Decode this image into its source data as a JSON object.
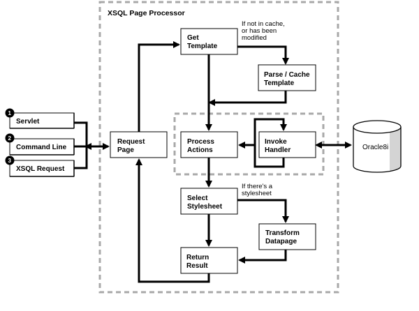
{
  "title": "XSQL Page Processor",
  "clients": [
    {
      "number": "1",
      "label": "Servlet"
    },
    {
      "number": "2",
      "label": "Command Line"
    },
    {
      "number": "3",
      "label": "XSQL Request"
    }
  ],
  "nodes": {
    "request_page": [
      "Request",
      "Page"
    ],
    "get_template": [
      "Get",
      "Template"
    ],
    "parse_cache": [
      "Parse / Cache",
      "Template"
    ],
    "process_actions": [
      "Process",
      "Actions"
    ],
    "invoke_handler": [
      "Invoke",
      "Handler"
    ],
    "select_stylesheet": [
      "Select",
      "Stylesheet"
    ],
    "transform_datapage": [
      "Transform",
      "Datapage"
    ],
    "return_result": [
      "Return",
      "Result"
    ]
  },
  "notes": {
    "cache_condition": [
      "If not in cache,",
      "or has been",
      "modified"
    ],
    "stylesheet_condition": [
      "If there's a",
      "stylesheet"
    ]
  },
  "database": {
    "label": "Oracle8i",
    "shade_color": "#d4d4d4"
  },
  "colors": {
    "dashed_border": "#a8a8a8",
    "line": "#000000"
  }
}
